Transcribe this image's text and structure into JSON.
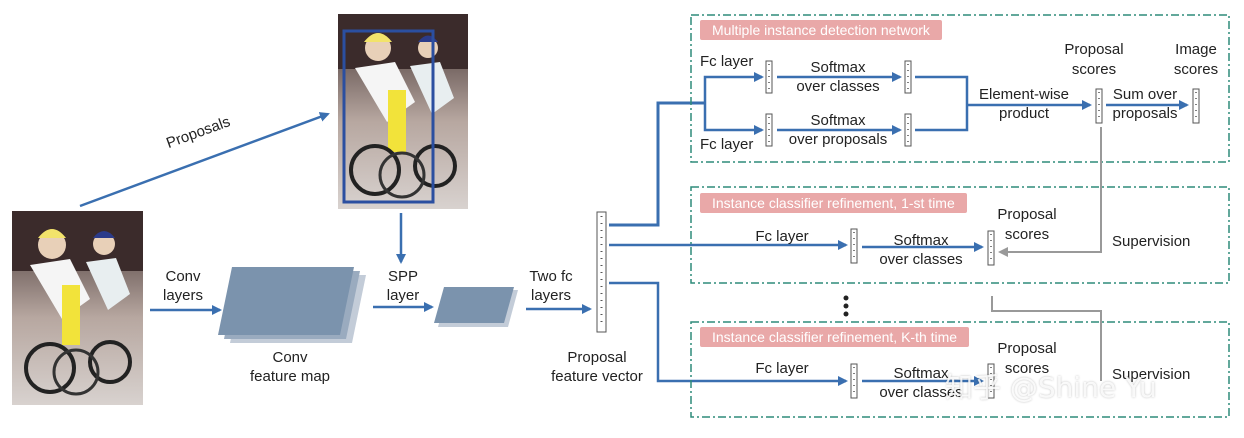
{
  "labels": {
    "proposals": "Proposals",
    "conv_layers_1": "Conv",
    "conv_layers_2": "layers",
    "conv_feature_map_1": "Conv",
    "conv_feature_map_2": "feature map",
    "spp_1": "SPP",
    "spp_2": "layer",
    "two_fc_1": "Two fc",
    "two_fc_2": "layers",
    "proposal_feature_vector_1": "Proposal",
    "proposal_feature_vector_2": "feature vector"
  },
  "midn": {
    "title": "Multiple instance detection network",
    "fc_layer_top": "Fc layer",
    "fc_layer_bottom": "Fc layer",
    "softmax_classes_1": "Softmax",
    "softmax_classes_2": "over classes",
    "softmax_proposals_1": "Softmax",
    "softmax_proposals_2": "over proposals",
    "elementwise_1": "Element-wise",
    "elementwise_2": "product",
    "proposal_scores_1": "Proposal",
    "proposal_scores_2": "scores",
    "image_scores_1": "Image",
    "image_scores_2": "scores",
    "sum_1": "Sum over",
    "sum_2": "proposals"
  },
  "refine1": {
    "title": "Instance classifier refinement, 1-st time",
    "fc_layer": "Fc layer",
    "softmax_1": "Softmax",
    "softmax_2": "over classes",
    "proposal_scores_1": "Proposal",
    "proposal_scores_2": "scores",
    "supervision": "Supervision"
  },
  "refineK": {
    "title": "Instance classifier refinement, K-th time",
    "fc_layer": "Fc layer",
    "softmax_1": "Softmax",
    "softmax_2": "over classes",
    "proposal_scores_1": "Proposal",
    "proposal_scores_2": "scores",
    "supervision": "Supervision"
  },
  "watermark": "知乎 @Shine Yu",
  "colors": {
    "arrow": "#3a6fb0",
    "dash_border": "#2e8b7a",
    "feature_map": "#7b93ad",
    "tag_bg": "#e9a8a8",
    "proposal_box": "#2b4fa0",
    "supervision_line": "#999999"
  }
}
